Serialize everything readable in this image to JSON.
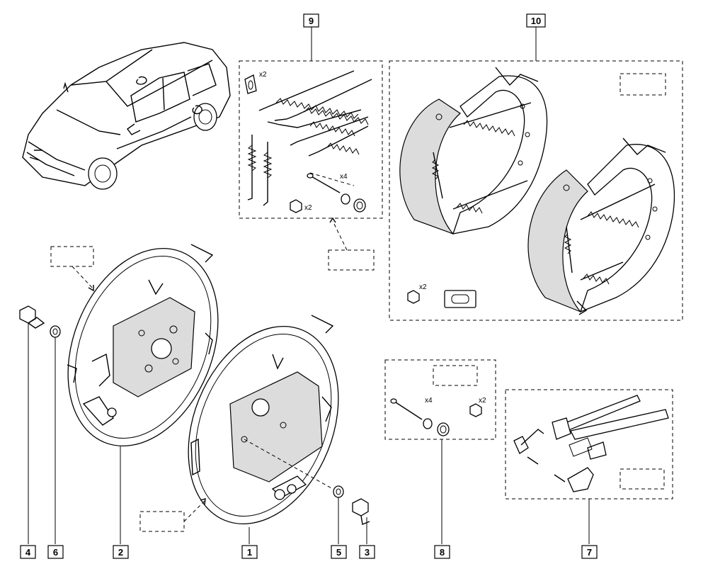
{
  "callouts": {
    "c1": "1",
    "c2": "2",
    "c3": "3",
    "c4": "4",
    "c5": "5",
    "c6": "6",
    "c7": "7",
    "c8": "8",
    "c9": "9",
    "c10": "10"
  },
  "quantities": {
    "kit9_clip": "x2",
    "kit9_pins": "x4",
    "kit9_nuts": "x2",
    "kit10_nuts": "x2",
    "kit8_pins": "x4",
    "kit8_nuts": "x2"
  }
}
